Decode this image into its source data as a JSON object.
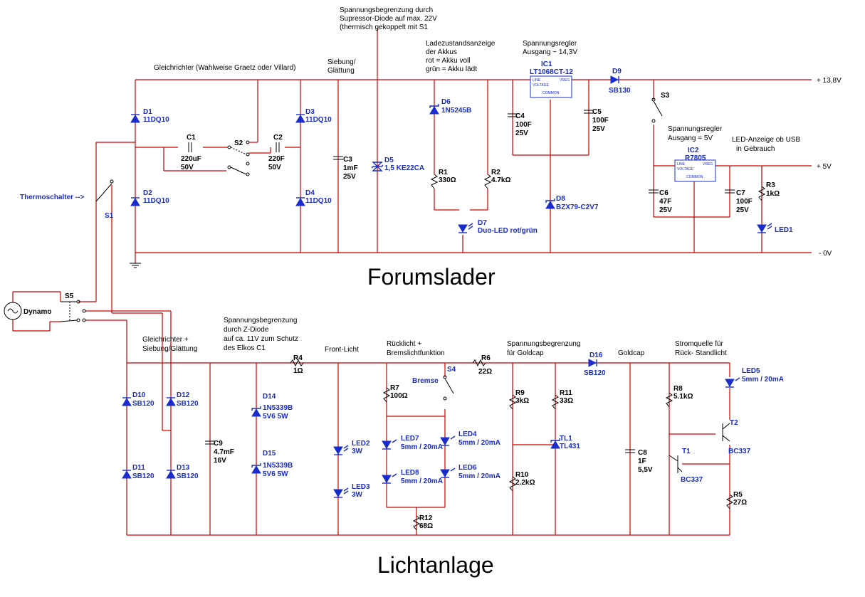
{
  "titles": {
    "forumslader": "Forumslader",
    "lichtanlage": "Lichtanlage"
  },
  "rails": {
    "v138": "+ 13,8V",
    "v5": "+ 5V",
    "v0": "- 0V"
  },
  "notes": {
    "suppressor": [
      "Spannungsbegrenzung durch",
      "Supressor-Diode auf max. 22V",
      "(thermisch gekoppelt mit S1"
    ],
    "gleichrichter_top": "Gleichrichter (Wahlweise Graetz oder  Villard)",
    "siebung_top": [
      "Siebung/",
      "Glättung"
    ],
    "ladezustand": [
      "Ladezustandsanzeige",
      "der Akkus",
      "rot = Akku voll",
      "grün = Akku lädt"
    ],
    "regler_top": [
      "Spannungsregler",
      "Ausgang ~ 14,3V"
    ],
    "regler_5v": [
      "Spannungsregler",
      "Ausgang = 5V"
    ],
    "led_usb": [
      "LED-Anzeige ob USB",
      "in Gebrauch"
    ],
    "thermoschalter": "Thermoschalter -->",
    "gleichrichter_bottom": [
      "Gleichrichter +",
      "Siebung/Glättung"
    ],
    "zdiode": [
      "Spannungsbegrenzung",
      "durch Z-Diode",
      "auf ca. 11V zum Schutz",
      "des Elkos C1"
    ],
    "frontlicht": "Front-Licht",
    "ruecklicht": [
      "Rücklicht +",
      "Bremslichtfunktion"
    ],
    "goldcap_limit": [
      "Spannungsbegrenzung",
      "für Goldcap"
    ],
    "goldcap": "Goldcap",
    "stromquelle": [
      "Stromquelle für",
      "Rück- Standlicht"
    ],
    "bremse": "Bremse"
  },
  "components": {
    "D1": [
      "D1",
      "11DQ10"
    ],
    "D2": [
      "D2",
      "11DQ10"
    ],
    "D3": [
      "D3",
      "11DQ10"
    ],
    "D4": [
      "D4",
      "11DQ10"
    ],
    "C1": [
      "C1",
      "220uF",
      "50V"
    ],
    "C2": [
      "C2",
      "220F",
      "50V"
    ],
    "S2": "S2",
    "C3": [
      "C3",
      "1mF",
      "25V"
    ],
    "D5": [
      "D5",
      "1,5 KE22CA"
    ],
    "D6": [
      "D6",
      "1N5245B"
    ],
    "R1": [
      "R1",
      "330Ω"
    ],
    "R2": [
      "R2",
      "4.7kΩ"
    ],
    "D7": [
      "D7",
      "Duo-LED rot/grün"
    ],
    "IC1": [
      "IC1",
      "LT1068CT-12"
    ],
    "C4": [
      "C4",
      "100F",
      "25V"
    ],
    "C5": [
      "C5",
      "100F",
      "25V"
    ],
    "D8": [
      "D8",
      "BZX79-C2V7"
    ],
    "D9": [
      "D9",
      "SB130"
    ],
    "S3": "S3",
    "IC2": [
      "IC2",
      "R7805"
    ],
    "C6": [
      "C6",
      "47F",
      "25V"
    ],
    "C7": [
      "C7",
      "100F",
      "25V"
    ],
    "R3": [
      "R3",
      "1kΩ"
    ],
    "LED1": "LED1",
    "S1": "S1",
    "S5": "S5",
    "Dynamo": "Dynamo",
    "D10": [
      "D10",
      "SB120"
    ],
    "D11": [
      "D11",
      "SB120"
    ],
    "D12": [
      "D12",
      "SB120"
    ],
    "D13": [
      "D13",
      "SB120"
    ],
    "C9": [
      "C9",
      "4.7mF",
      "16V"
    ],
    "D14": [
      "D14",
      "1N5339B",
      "5V6 5W"
    ],
    "D15": [
      "D15",
      "1N5339B",
      "5V6 5W"
    ],
    "R4": [
      "R4",
      "1Ω"
    ],
    "LED2": [
      "LED2",
      "3W"
    ],
    "LED3": [
      "LED3",
      "3W"
    ],
    "R7": [
      "R7",
      "100Ω"
    ],
    "S4": "S4",
    "LED7": [
      "LED7",
      "5mm / 20mA"
    ],
    "LED4": [
      "LED4",
      "5mm / 20mA"
    ],
    "LED8": [
      "LED8",
      "5mm / 20mA"
    ],
    "LED6": [
      "LED6",
      "5mm / 20mA"
    ],
    "R12": [
      "R12",
      "68Ω"
    ],
    "R6": [
      "R6",
      "22Ω"
    ],
    "R9": [
      "R9",
      "3kΩ"
    ],
    "R11": [
      "R11",
      "33Ω"
    ],
    "TL1": [
      "TL1",
      "TL431"
    ],
    "R10": [
      "R10",
      "2.2kΩ"
    ],
    "D16": [
      "D16",
      "SB120"
    ],
    "C8": [
      "C8",
      "1F",
      "5,5V"
    ],
    "R8": [
      "R8",
      "5.1kΩ"
    ],
    "LED5": [
      "LED5",
      "5mm / 20mA"
    ],
    "T2": [
      "T2",
      "BC337"
    ],
    "T1": [
      "T1",
      "BC337"
    ],
    "R5": [
      "R5",
      "27Ω"
    ]
  },
  "ic_pins": {
    "line": "LINE",
    "voltage": "VOLTAGE",
    "vreg": "VREG",
    "common": "COMMON"
  },
  "colors": {
    "wire": "#cc0000",
    "component": "#1a2ccc",
    "text": "#000000"
  }
}
